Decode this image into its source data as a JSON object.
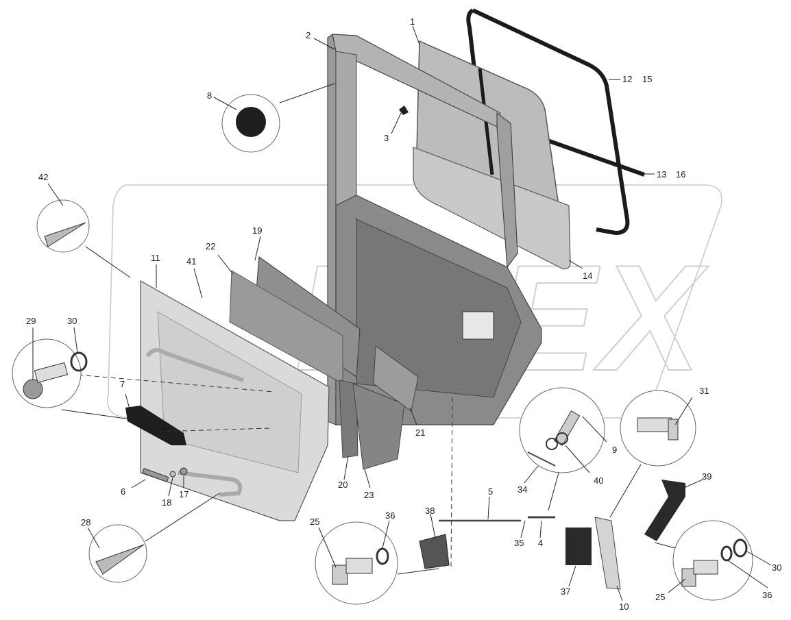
{
  "diagram": {
    "labels": [
      {
        "id": "l1",
        "text": "1"
      },
      {
        "id": "l2",
        "text": "2"
      },
      {
        "id": "l3",
        "text": "3"
      },
      {
        "id": "l8",
        "text": "8"
      },
      {
        "id": "l12",
        "text": "12"
      },
      {
        "id": "l15",
        "text": "15"
      },
      {
        "id": "l13",
        "text": "13"
      },
      {
        "id": "l16",
        "text": "16"
      },
      {
        "id": "l42",
        "text": "42"
      },
      {
        "id": "l19",
        "text": "19"
      },
      {
        "id": "l22",
        "text": "22"
      },
      {
        "id": "l11",
        "text": "11"
      },
      {
        "id": "l41",
        "text": "41"
      },
      {
        "id": "l14",
        "text": "14"
      },
      {
        "id": "l29",
        "text": "29"
      },
      {
        "id": "l30a",
        "text": "30"
      },
      {
        "id": "l7",
        "text": "7"
      },
      {
        "id": "l21",
        "text": "21"
      },
      {
        "id": "l31",
        "text": "31"
      },
      {
        "id": "l9",
        "text": "9"
      },
      {
        "id": "l40",
        "text": "40"
      },
      {
        "id": "l34",
        "text": "34"
      },
      {
        "id": "l6",
        "text": "6"
      },
      {
        "id": "l17",
        "text": "17"
      },
      {
        "id": "l18",
        "text": "18"
      },
      {
        "id": "l20",
        "text": "20"
      },
      {
        "id": "l23",
        "text": "23"
      },
      {
        "id": "l5",
        "text": "5"
      },
      {
        "id": "l39",
        "text": "39"
      },
      {
        "id": "l28",
        "text": "28"
      },
      {
        "id": "l25a",
        "text": "25"
      },
      {
        "id": "l36a",
        "text": "36"
      },
      {
        "id": "l38",
        "text": "38"
      },
      {
        "id": "l35",
        "text": "35"
      },
      {
        "id": "l4",
        "text": "4"
      },
      {
        "id": "l37",
        "text": "37"
      },
      {
        "id": "l10",
        "text": "10"
      },
      {
        "id": "l25b",
        "text": "25"
      },
      {
        "id": "l36b",
        "text": "36"
      },
      {
        "id": "l30b",
        "text": "30"
      }
    ],
    "watermark": "PLEX",
    "colors": {
      "frame": "#a9a9a9",
      "frame_dark": "#7d7d7d",
      "panel": "#c8c8c8",
      "glass": "#b9b9b9",
      "seal": "#1b1b1b",
      "line": "#222222"
    }
  }
}
